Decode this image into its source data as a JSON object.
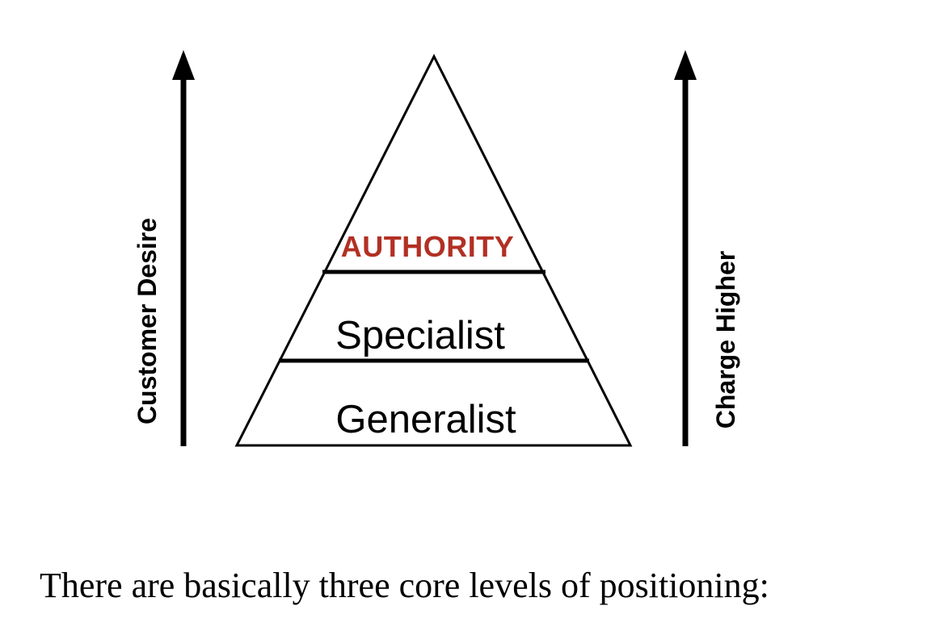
{
  "diagram": {
    "left_axis": {
      "label": "Customer Desire"
    },
    "right_axis": {
      "label": "Charge Higher"
    },
    "pyramid": {
      "levels": [
        {
          "label": "AUTHORITY",
          "emphasis": true
        },
        {
          "label": "Specialist",
          "emphasis": false
        },
        {
          "label": "Generalist",
          "emphasis": false
        }
      ]
    },
    "colors": {
      "authority_red": "#b23024",
      "line_black": "#000000",
      "background": "#ffffff"
    }
  },
  "caption": {
    "text": "There are basically three core levels of positioning:"
  }
}
